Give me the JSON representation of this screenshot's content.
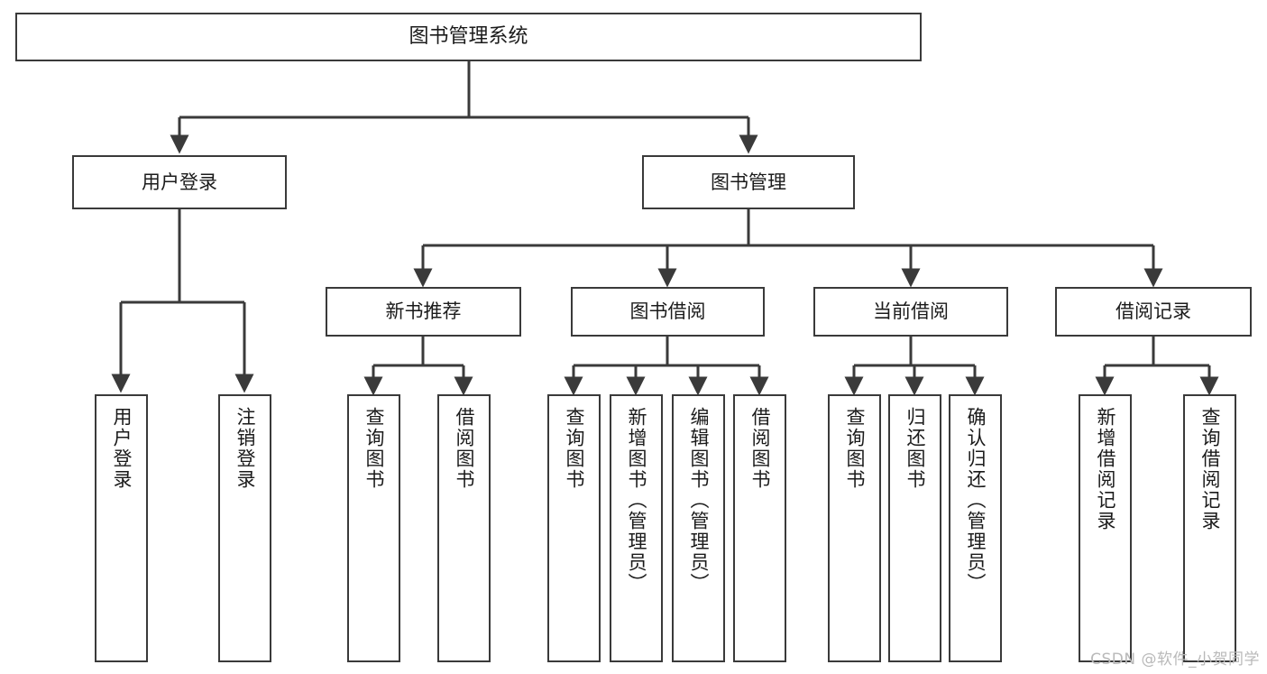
{
  "diagram": {
    "title": "图书管理系统",
    "type": "tree-hierarchy",
    "watermark": "CSDN @软件_小贺同学",
    "accent_border_color": "#3a3a3a",
    "background_color": "#ffffff",
    "root": {
      "label": "图书管理系统"
    },
    "level2": [
      {
        "label": "用户登录"
      },
      {
        "label": "图书管理"
      }
    ],
    "level3": [
      {
        "label": "新书推荐"
      },
      {
        "label": "图书借阅"
      },
      {
        "label": "当前借阅"
      },
      {
        "label": "借阅记录"
      }
    ],
    "leaves": {
      "user_login": [
        {
          "label": "用户登录"
        },
        {
          "label": "注销登录"
        }
      ],
      "new_book_recommend": [
        {
          "label": "查询图书"
        },
        {
          "label": "借阅图书"
        }
      ],
      "book_borrow": [
        {
          "label": "查询图书"
        },
        {
          "label": "新增图书（管理员）"
        },
        {
          "label": "编辑图书（管理员）"
        },
        {
          "label": "借阅图书"
        }
      ],
      "current_borrow": [
        {
          "label": "查询图书"
        },
        {
          "label": "归还图书"
        },
        {
          "label": "确认归还（管理员）"
        }
      ],
      "borrow_record": [
        {
          "label": "新增借阅记录"
        },
        {
          "label": "查询借阅记录"
        }
      ]
    }
  }
}
